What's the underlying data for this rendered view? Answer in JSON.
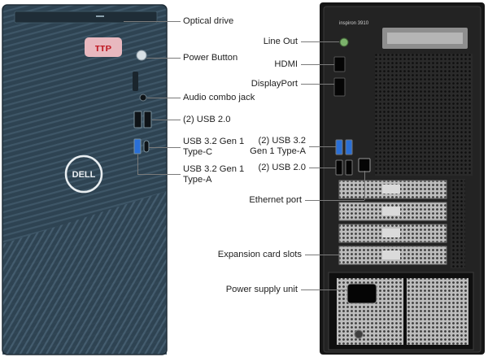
{
  "front": {
    "brand_logo_text": "DELL",
    "labels": {
      "optical_drive": "Optical drive",
      "power_button": "Power Button",
      "audio_jack": "Audio combo jack",
      "usb20": "(2) USB 2.0",
      "usbc_l1": "USB 3.2 Gen 1",
      "usbc_l2": "Type-C",
      "usba_l1": "USB 3.2 Gen 1",
      "usba_l2": "Type-A"
    }
  },
  "back": {
    "model_text": "inspiron 3910",
    "labels": {
      "line_out": "Line Out",
      "hdmi": "HDMI",
      "displayport": "DisplayPort",
      "usb32_l1": "(2) USB 3.2",
      "usb32_l2": "Gen 1 Type-A",
      "usb20": "(2) USB 2.0",
      "ethernet": "Ethernet port",
      "expansion": "Expansion card slots",
      "psu": "Power supply unit"
    }
  },
  "colors": {
    "front_panel": "#2b3f4d",
    "back_panel": "#1c1c1c",
    "leader_line": "#7a7a7a",
    "usb3_blue": "#2a6fd6"
  }
}
